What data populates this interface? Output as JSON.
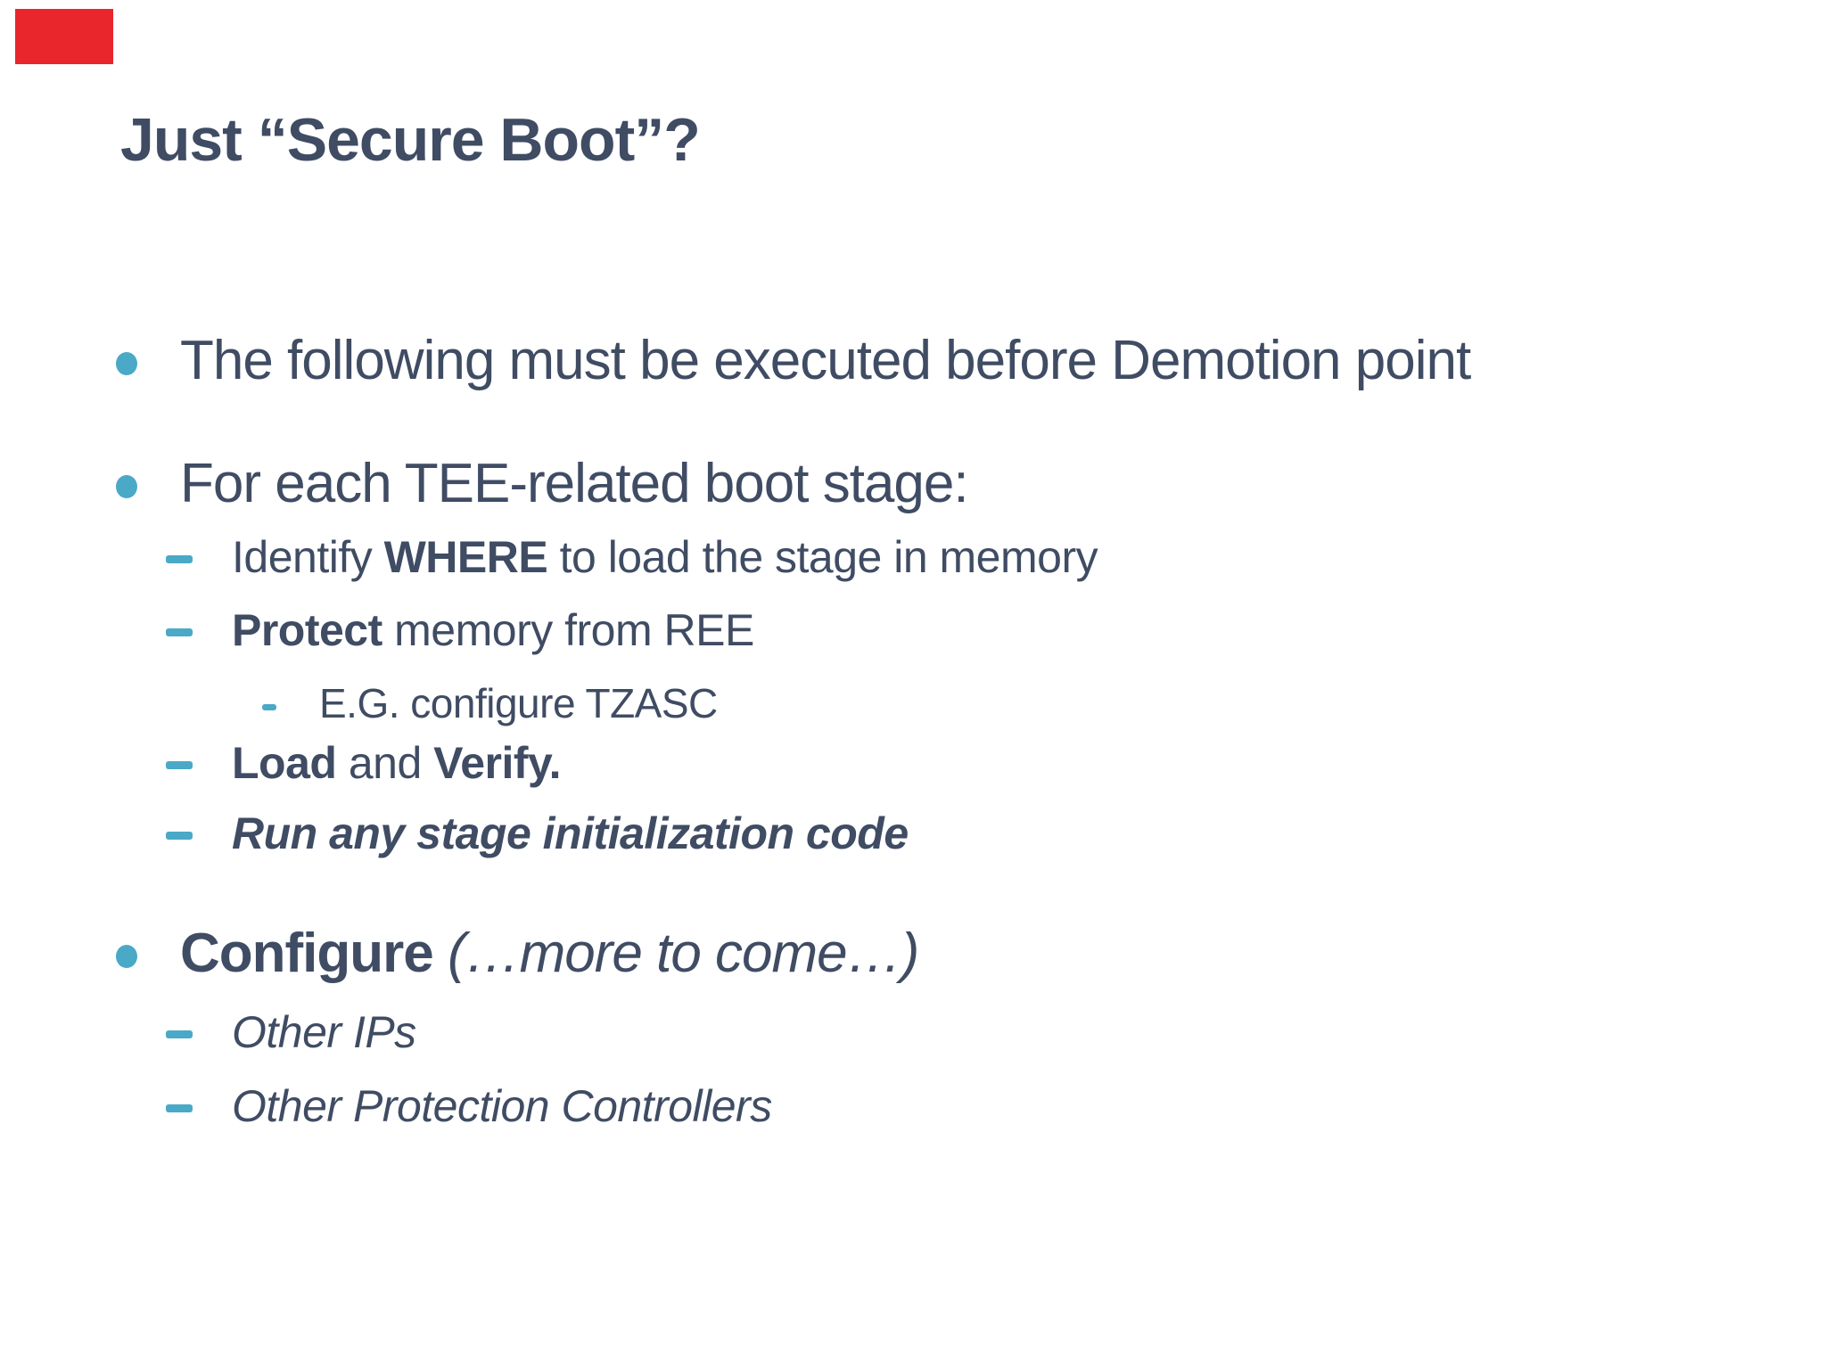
{
  "colors": {
    "background": "#ffffff",
    "text": "#3f4c63",
    "accent_teal": "#4aa9c7",
    "red_marker": "#e8262c"
  },
  "slide": {
    "title": "Just “Secure Boot”?",
    "lines": [
      {
        "level": 1,
        "marker": "dot",
        "runs": [
          {
            "text": "The following must be executed before Demotion point"
          }
        ]
      },
      {
        "level": 1,
        "marker": "dot",
        "runs": [
          {
            "text": "For each TEE-related boot stage:"
          }
        ]
      },
      {
        "level": 2,
        "marker": "dash",
        "runs": [
          {
            "text": "Identify "
          },
          {
            "text": "WHERE",
            "bold": true
          },
          {
            "text": " to load the stage in memory"
          }
        ]
      },
      {
        "level": 2,
        "marker": "dash",
        "runs": [
          {
            "text": "Protect",
            "bold": true
          },
          {
            "text": " memory from REE"
          }
        ]
      },
      {
        "level": 3,
        "marker": "hyphen",
        "runs": [
          {
            "text": "E.G. configure TZASC"
          }
        ]
      },
      {
        "level": 2,
        "marker": "dash",
        "runs": [
          {
            "text": "Load",
            "bold": true
          },
          {
            "text": " and "
          },
          {
            "text": "Verify.",
            "bold": true
          }
        ]
      },
      {
        "level": 2,
        "marker": "dash",
        "runs": [
          {
            "text": "Run any stage initialization code",
            "bold": true,
            "italic": true
          }
        ]
      },
      {
        "level": 1,
        "marker": "dot",
        "runs": [
          {
            "text": "Configure",
            "bold": true
          },
          {
            "text": " "
          },
          {
            "text": "(…more to come…)",
            "italic": true
          }
        ]
      },
      {
        "level": 2,
        "marker": "dash",
        "runs": [
          {
            "text": "Other IPs",
            "italic": true
          }
        ]
      },
      {
        "level": 2,
        "marker": "dash",
        "runs": [
          {
            "text": "Other Protection Controllers",
            "italic": true
          }
        ]
      }
    ]
  }
}
